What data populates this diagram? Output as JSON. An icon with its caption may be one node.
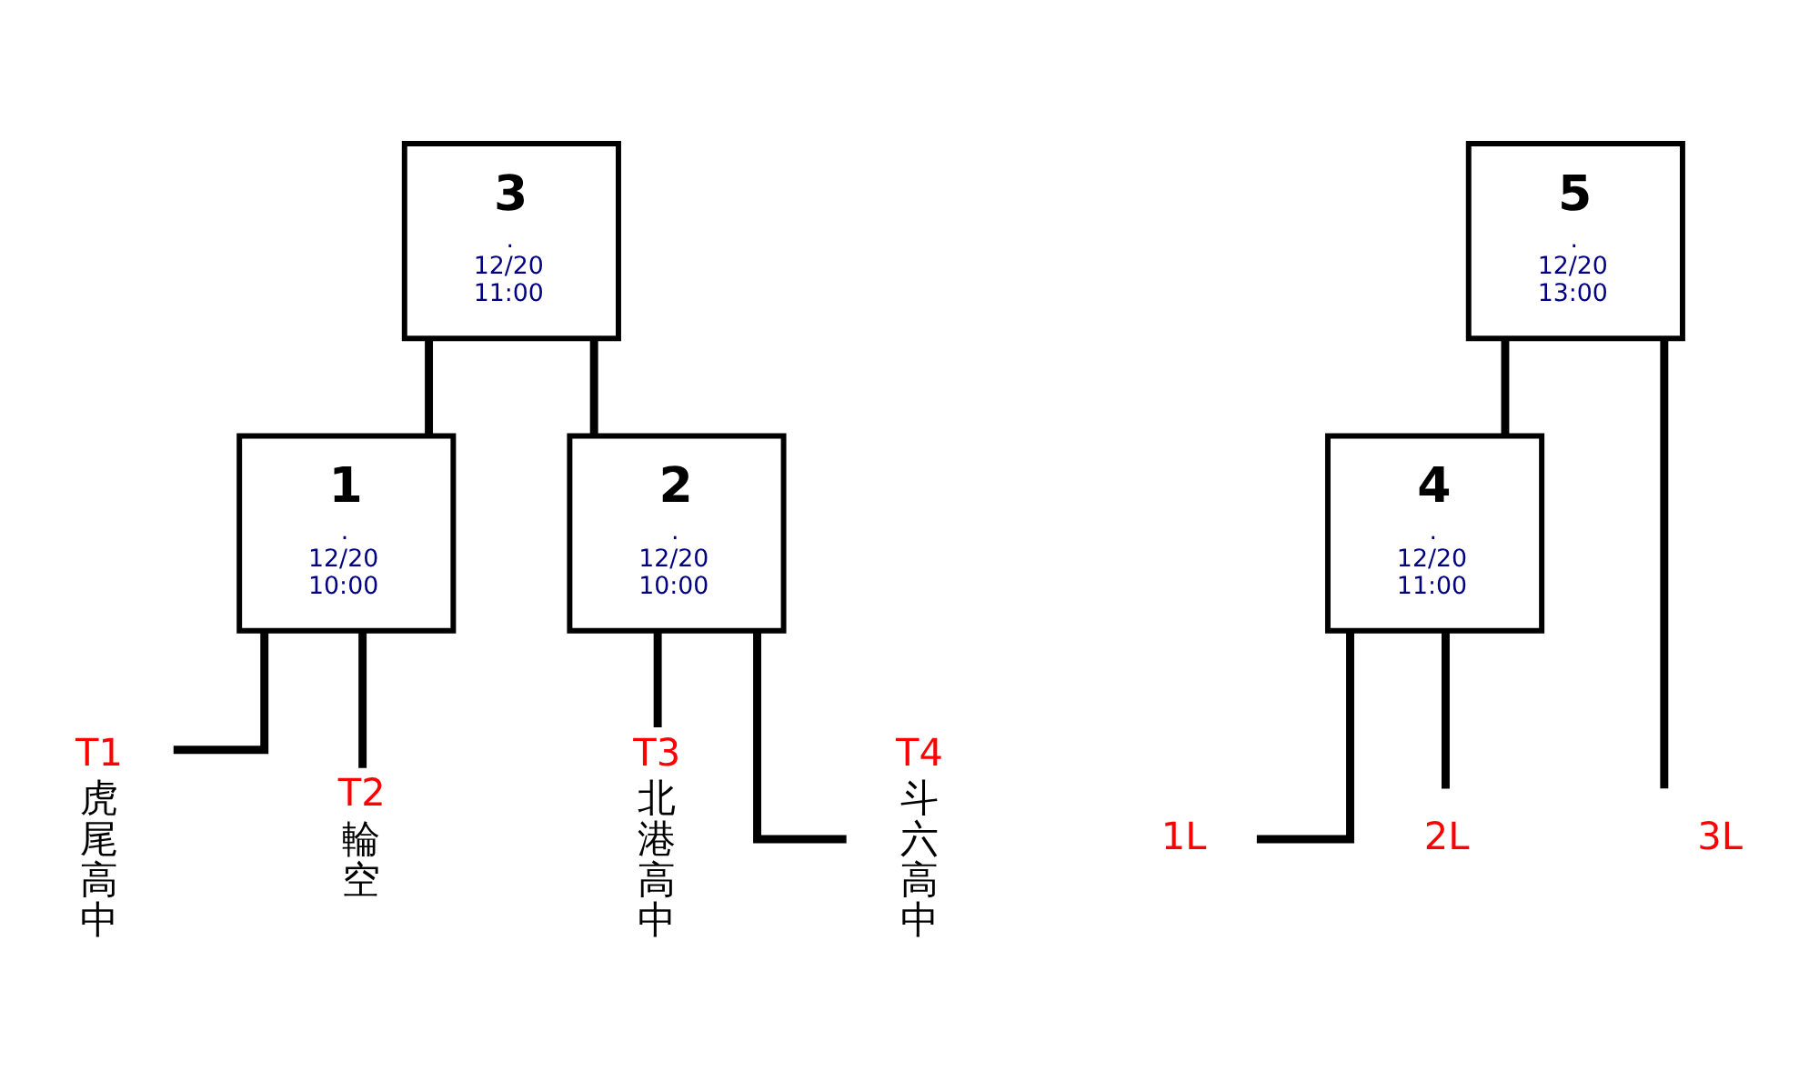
{
  "diagram": {
    "nodes": [
      {
        "text": [
          "3",
          ".",
          "12/20",
          "11:00"
        ]
      },
      {
        "text": [
          "5",
          ".",
          "12/20",
          "13:00"
        ]
      },
      {
        "text": [
          "1",
          ".",
          "12/20",
          "10:00"
        ]
      },
      {
        "text": [
          "2",
          ".",
          "12/20",
          "10:00"
        ]
      },
      {
        "text": [
          "4",
          ".",
          "12/20",
          "11:00"
        ]
      },
      {
        "text": [
          "T1",
          "虎尾高中"
        ]
      },
      {
        "text": [
          "T2",
          "輪空"
        ]
      },
      {
        "text": [
          "T3",
          "北港高中"
        ]
      },
      {
        "text": [
          "T4",
          "斗六高中"
        ]
      },
      {
        "text": [
          "1L"
        ]
      },
      {
        "text": [
          "2L"
        ]
      },
      {
        "text": [
          "3L"
        ]
      }
    ],
    "edges": [
      {
        "from": 0,
        "to": 2,
        "arrow": "none"
      },
      {
        "from": 0,
        "to": 3,
        "arrow": "none"
      },
      {
        "from": 2,
        "to": 5,
        "arrow": "none"
      },
      {
        "from": 2,
        "to": 6,
        "arrow": "none"
      },
      {
        "from": 3,
        "to": 7,
        "arrow": "none"
      },
      {
        "from": 3,
        "to": 8,
        "arrow": "none"
      },
      {
        "from": 1,
        "to": 4,
        "arrow": "none"
      },
      {
        "from": 1,
        "to": 11,
        "arrow": "none"
      },
      {
        "from": 4,
        "to": 9,
        "arrow": "none"
      },
      {
        "from": 4,
        "to": 10,
        "arrow": "none"
      }
    ]
  }
}
